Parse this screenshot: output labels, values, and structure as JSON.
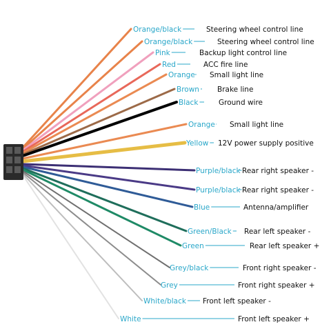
{
  "diagram": {
    "label_color": "#2aa7c9",
    "leader_color": "#2aa7c9",
    "connector": {
      "name": "harness-connector"
    },
    "wires": [
      {
        "color_name": "Orange/black",
        "function": "Steering wheel control line",
        "wire_color": "#e8834a"
      },
      {
        "color_name": "Orange/black",
        "function": "Steering wheel control line",
        "wire_color": "#e8834a"
      },
      {
        "color_name": "Pink",
        "function": "Backup light control line",
        "wire_color": "#f0a0bd"
      },
      {
        "color_name": "Red",
        "function": "ACC fire line",
        "wire_color": "#e8685a"
      },
      {
        "color_name": "Orange",
        "function": "Small light line",
        "wire_color": "#ea8a52"
      },
      {
        "color_name": "Brown",
        "function": "Brake line",
        "wire_color": "#9c6a48"
      },
      {
        "color_name": "Black",
        "function": "Ground wire",
        "wire_color": "#000000"
      },
      {
        "color_name": "Orange",
        "function": "Small light line",
        "wire_color": "#ea8a52"
      },
      {
        "color_name": "Yellow",
        "function": "12V power supply positive",
        "wire_color": "#e6bd45"
      },
      {
        "color_name": "Purple/black",
        "function": "Rear right speaker -",
        "wire_color": "#3c2f74"
      },
      {
        "color_name": "Purple/black",
        "function": "Rear right speaker -",
        "wire_color": "#4a3a86"
      },
      {
        "color_name": "Blue",
        "function": "Antenna/amplifier",
        "wire_color": "#2f5b97"
      },
      {
        "color_name": "Green/Black",
        "function": "Rear left speaker -",
        "wire_color": "#1f6e5b"
      },
      {
        "color_name": "Green",
        "function": "Rear left speaker +",
        "wire_color": "#1f8a66"
      },
      {
        "color_name": "Grey/black",
        "function": "Front right speaker -",
        "wire_color": "#6f6f6f"
      },
      {
        "color_name": "Grey",
        "function": "Front right speaker +",
        "wire_color": "#8c8c8c"
      },
      {
        "color_name": "White/black",
        "function": "Front left speaker -",
        "wire_color": "#bdbdbd"
      },
      {
        "color_name": "White",
        "function": "Front left speaker +",
        "wire_color": "#e2e2e2"
      }
    ]
  }
}
